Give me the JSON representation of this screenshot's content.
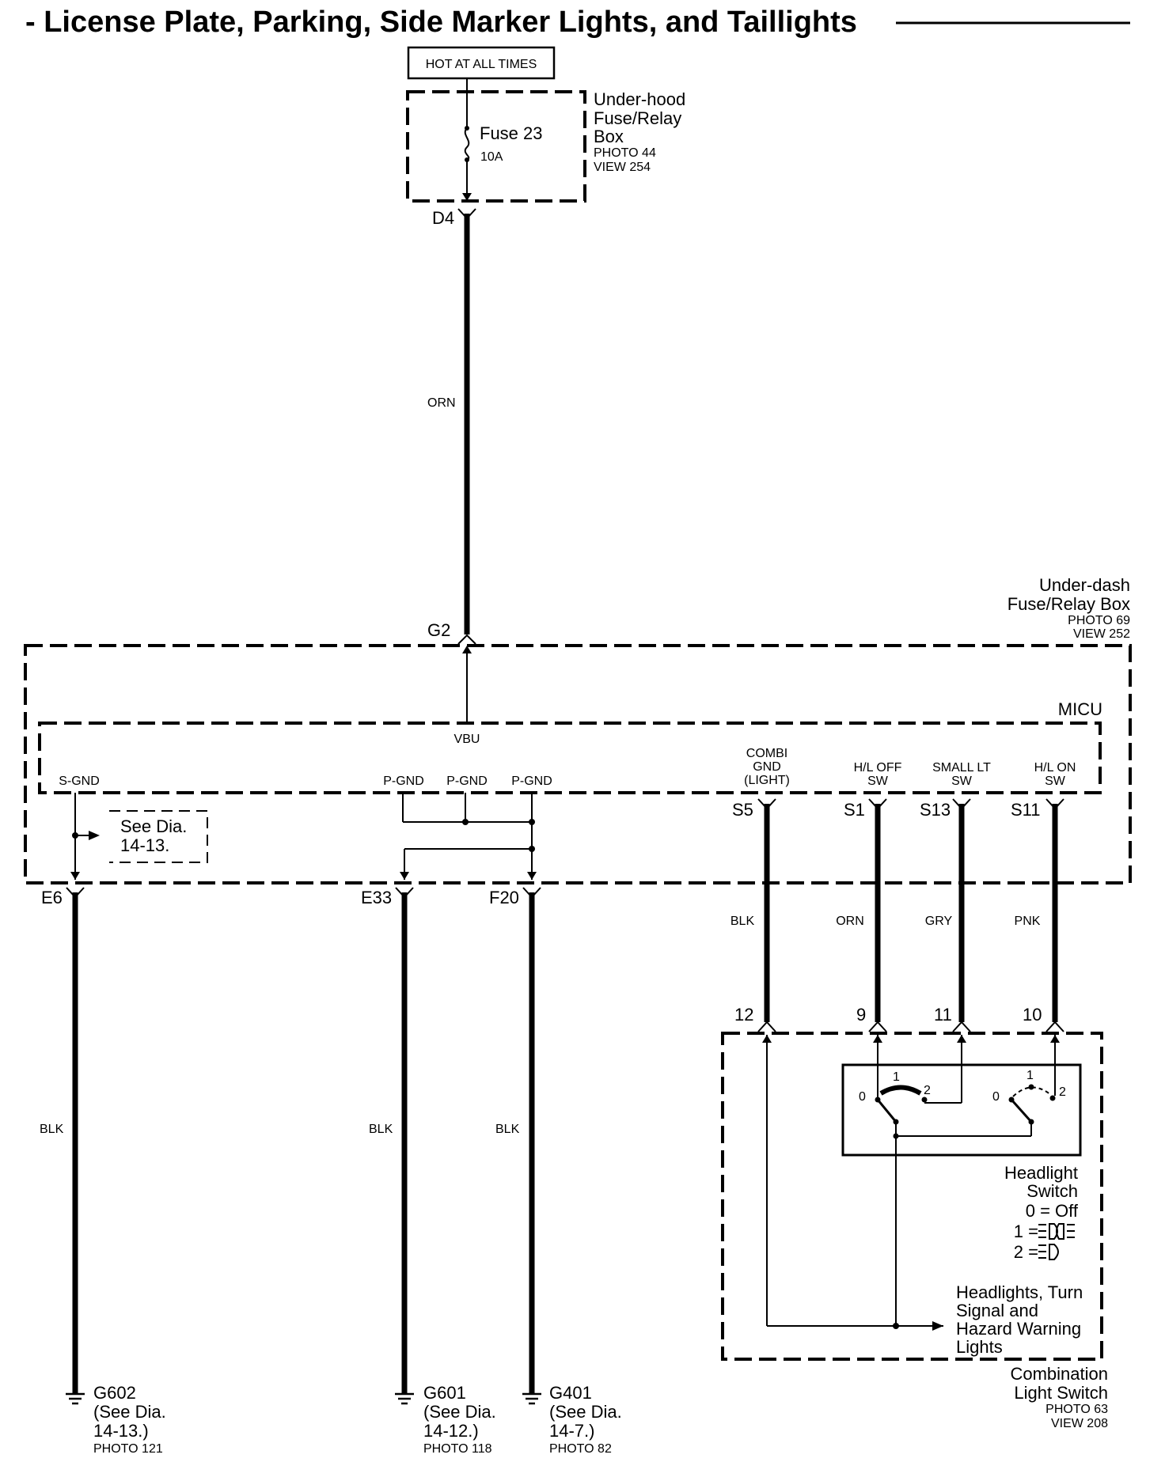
{
  "title": "- License Plate, Parking, Side Marker Lights, and Taillights",
  "hot_label": "HOT AT ALL TIMES",
  "underhood": {
    "l1": "Under-hood",
    "l2": "Fuse/Relay",
    "l3": "Box",
    "photo": "PHOTO 44",
    "view": "VIEW 254"
  },
  "fuse": {
    "name": "Fuse 23",
    "rating": "10A"
  },
  "connectors": {
    "d4": "D4",
    "g2": "G2",
    "e6": "E6",
    "e33": "E33",
    "f20": "F20",
    "s5": "S5",
    "s1": "S1",
    "s13": "S13",
    "s11": "S11"
  },
  "wires": {
    "orn_main": "ORN",
    "blk_e6": "BLK",
    "blk_e33": "BLK",
    "blk_f20": "BLK",
    "blk_s5": "BLK",
    "orn_s1": "ORN",
    "gry_s13": "GRY",
    "pnk_s11": "PNK"
  },
  "underdash": {
    "l1": "Under-dash",
    "l2": "Fuse/Relay Box",
    "photo": "PHOTO 69",
    "view": "VIEW 252"
  },
  "micu": {
    "name": "MICU",
    "vbu": "VBU",
    "sgnd": "S-GND",
    "pgnd1": "P-GND",
    "pgnd2": "P-GND",
    "pgnd3": "P-GND",
    "combi_l1": "COMBI",
    "combi_l2": "GND",
    "combi_l3": "(LIGHT)",
    "hloff_l1": "H/L OFF",
    "hloff_l2": "SW",
    "smalllt_l1": "SMALL LT",
    "smalllt_l2": "SW",
    "hlon_l1": "H/L ON",
    "hlon_l2": "SW"
  },
  "see_dia": {
    "l1": "See Dia.",
    "l2": "14-13."
  },
  "switch_pins": {
    "p12": "12",
    "p9": "9",
    "p11": "11",
    "p10": "10"
  },
  "switch_positions": {
    "a0": "0",
    "a1": "1",
    "a2": "2",
    "b0": "0",
    "b1": "1",
    "b2": "2"
  },
  "headlight_switch": {
    "l1": "Headlight",
    "l2": "Switch",
    "off": "0 = Off",
    "pos1": "1 =",
    "pos2": "2 ="
  },
  "headlights_ref": {
    "l1": "Headlights, Turn",
    "l2": "Signal and",
    "l3": "Hazard Warning",
    "l4": "Lights"
  },
  "combination": {
    "l1": "Combination",
    "l2": "Light Switch",
    "photo": "PHOTO 63",
    "view": "VIEW 208"
  },
  "grounds": [
    {
      "name": "G602",
      "l2": "(See Dia.",
      "l3": "14-13.)",
      "photo": "PHOTO 121"
    },
    {
      "name": "G601",
      "l2": "(See Dia.",
      "l3": "14-12.)",
      "photo": "PHOTO 118"
    },
    {
      "name": "G401",
      "l2": "(See Dia.",
      "l3": "14-7.)",
      "photo": "PHOTO 82"
    }
  ]
}
